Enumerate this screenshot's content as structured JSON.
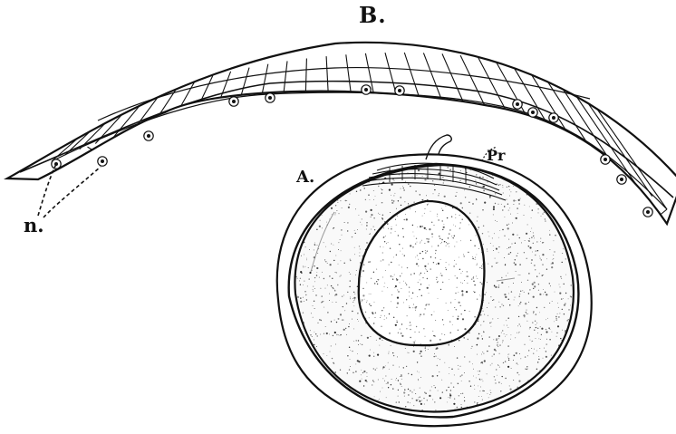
{
  "figure": {
    "labels": {
      "b": "B.",
      "n": "n.",
      "a": "A.",
      "pr": "Pr"
    },
    "colors": {
      "ink": "#111111",
      "paper": "#ffffff"
    }
  }
}
